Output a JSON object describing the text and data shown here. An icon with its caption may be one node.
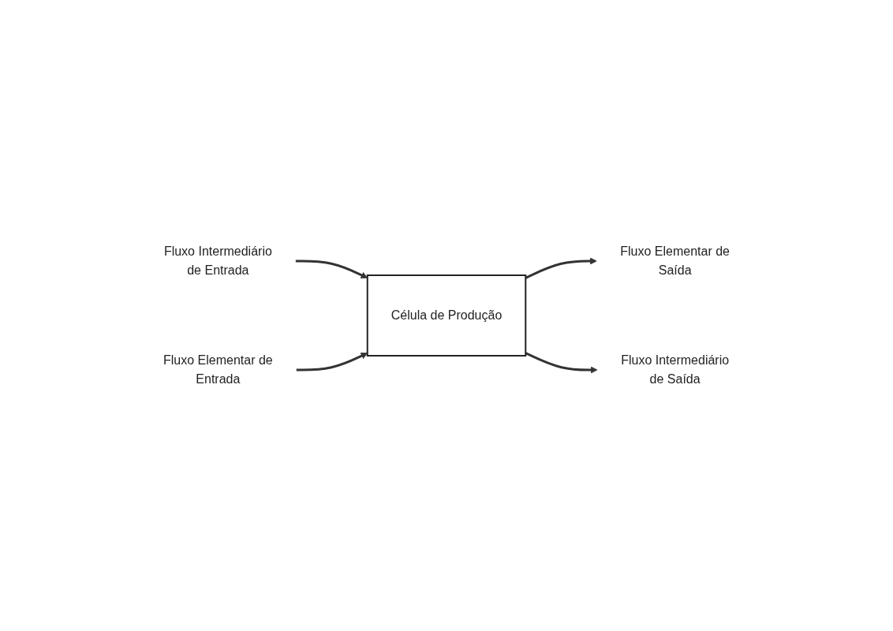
{
  "diagram": {
    "nodes": [
      {
        "text": [
          "Fluxo Intermediário de Entrada"
        ]
      },
      {
        "text": [
          "Fluxo Elementar de Entrada"
        ]
      },
      {
        "text": [
          "Célula de Produção"
        ]
      },
      {
        "text": [
          "Fluxo Elementar de Saída"
        ]
      },
      {
        "text": [
          "Fluxo Intermediário de Saída"
        ]
      }
    ],
    "edges": [
      {
        "from": 0,
        "to": 2,
        "arrow": "to"
      },
      {
        "from": 1,
        "to": 2,
        "arrow": "to"
      },
      {
        "from": 2,
        "to": 3,
        "arrow": "to"
      },
      {
        "from": 2,
        "to": 4,
        "arrow": "to"
      }
    ]
  }
}
